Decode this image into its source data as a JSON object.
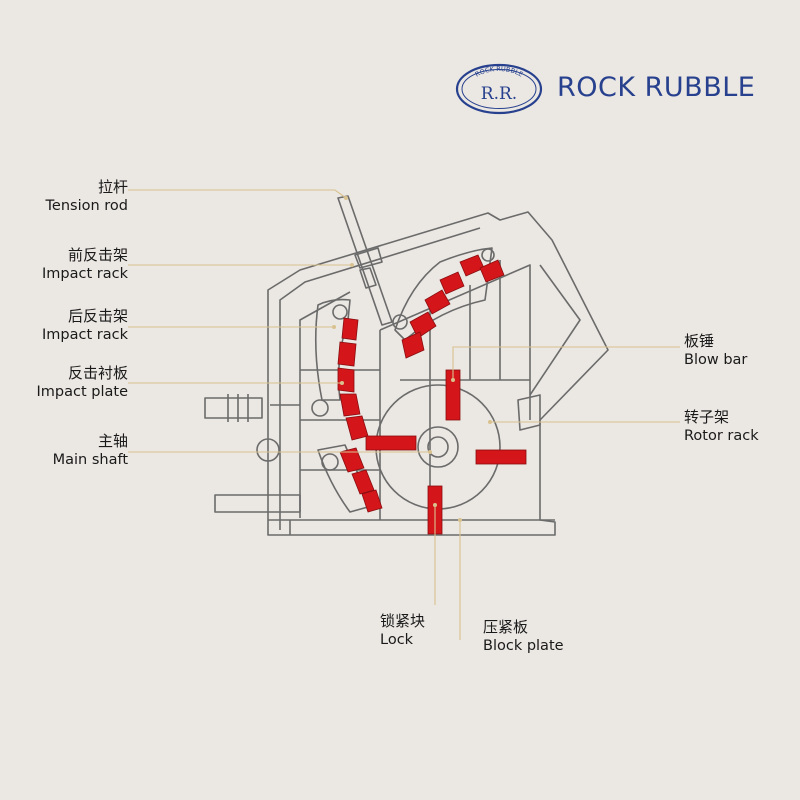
{
  "brand": {
    "name": "ROCK RUBBLE",
    "logo_top_text": "ROCK RUBBLE",
    "logo_initials": "R.R.",
    "color": "#27418e"
  },
  "labels": {
    "tension_rod": {
      "zh": "拉杆",
      "en": "Tension rod"
    },
    "front_impact_rack": {
      "zh": "前反击架",
      "en": "Impact rack"
    },
    "rear_impact_rack": {
      "zh": "后反击架",
      "en": "Impact rack"
    },
    "impact_plate": {
      "zh": "反击衬板",
      "en": "Impact plate"
    },
    "main_shaft": {
      "zh": "主轴",
      "en": "Main shaft"
    },
    "blow_bar": {
      "zh": "板锤",
      "en": "Blow bar"
    },
    "rotor_rack": {
      "zh": "转子架",
      "en": "Rotor rack"
    },
    "lock": {
      "zh": "锁紧块",
      "en": "Lock"
    },
    "block_plate": {
      "zh": "压紧板",
      "en": "Block plate"
    }
  },
  "colors": {
    "leader_line": "#d9c28f",
    "wear_parts": "#d4161b",
    "line_art": "#6b6b6b"
  }
}
